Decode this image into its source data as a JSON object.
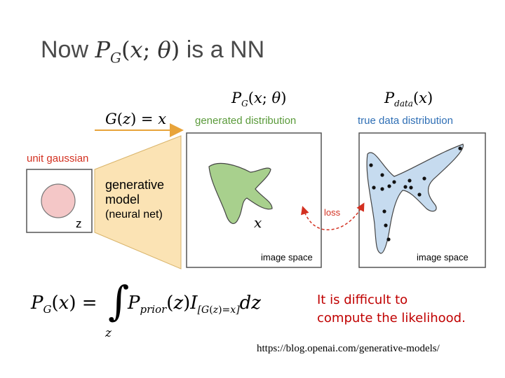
{
  "title": {
    "prefix": "Now",
    "suffix": "is a NN"
  },
  "labels": {
    "generated_distribution": "generated distribution",
    "true_data_distribution": "true data distribution",
    "unit_gaussian": "unit gaussian",
    "z_var": "z",
    "x_var": "x",
    "model_line1": "generative",
    "model_line2": "model",
    "model_line3": "(neural net)",
    "image_space_left": "image space",
    "image_space_right": "image space",
    "loss": "loss"
  },
  "note": {
    "line1": "It is difficult to",
    "line2": "compute the likelihood."
  },
  "url": "https://blog.openai.com/generative-models/",
  "colors": {
    "generated": "#5a9a3a",
    "true_data": "#2f6fb5",
    "red": "#d33020",
    "green_fill": "#a8d08d",
    "blue_fill": "#c6dbef",
    "gaussian_fill": "#f4c7c7",
    "trapezoid_fill": "#fbe3b4"
  }
}
